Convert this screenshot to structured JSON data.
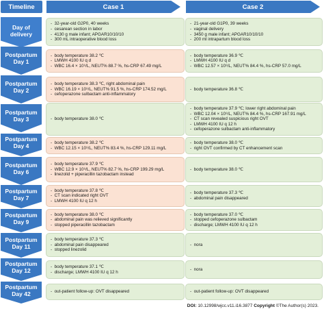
{
  "headers": {
    "timeline": "Timeline",
    "case1": "Case 1",
    "case2": "Case 2"
  },
  "rows": [
    {
      "label": [
        "Day of delivery"
      ],
      "case1": [
        "32-year-old G2P0, 40 weeks",
        "cesarean section in labor",
        "4130 g male infant; APGAR10/10/10",
        "300 mL intraoperative blood loss"
      ],
      "case2": [
        "21-year-old G1P0, 39 weeks",
        "vaginal delivery",
        "3450 g male infant; APGAR10/10/10",
        "200 ml intrapartum blood loss"
      ]
    },
    {
      "label": [
        "Postpartum",
        "Day 1"
      ],
      "case1": [
        "body temperature 38.2 ℃",
        "LMWH 4100 IU q d",
        "WBC 16.4 × 10⁹/L,  NEUT% 88.7 %,  hs-CRP 67.49 mg/L"
      ],
      "case2": [
        "body temperature 36.9 ℃",
        "LMWH 4100 IU q d",
        "WBC 12.57 × 10⁹/L,  NEUT% 84.4 %,  hs-CRP 57.0 mg/L"
      ]
    },
    {
      "label": [
        "Postpartum",
        "Day 2"
      ],
      "case1": [
        "body temperature 38.3 ℃,  right abdominal pain",
        "WBC 16.19 × 10⁹/L,  NEUT% 91.5 %,  hs-CRP 174.52 mg/L",
        "cefoperazone sulbactam anti-inflammatory"
      ],
      "case2": [
        "body temperature 36.8 ℃"
      ]
    },
    {
      "label": [
        "Postpartum",
        "Day 3"
      ],
      "case1": [
        "body temperature 38.0 ℃"
      ],
      "case2": [
        "body temperature 37.9 ℃; lower right abdominal pain",
        "WBC 12.04 × 10⁹/L,  NEUT% 84.4 %,  hs-CRP 167.91 mg/L",
        "CT scan revealed suspicious right OVT",
        "LMWH 4100 IU q 12 h",
        "cefoperazone sulbactam anti-inflammatory"
      ]
    },
    {
      "label": [
        "Postpartum",
        "Day 4"
      ],
      "case1": [
        "body temperature 38.2 ℃",
        "WBC 12.15 × 10⁹/L,  NEUT% 83.4 %,  hs-CRP 129.11 mg/L"
      ],
      "case2": [
        "body temperature 38.0 ℃",
        "right OVT confirmed by CT enhancement scan"
      ]
    },
    {
      "label": [
        "Postpartum",
        "Day 6"
      ],
      "case1": [
        "body temperature 37.9 ℃",
        "WBC 12.9 × 10⁹/L,  NEUT% 82.7 %,  hs-CRP 199.29 mg/L",
        "linezolid + piperacillin tazobactam instead"
      ],
      "case2": [
        "body temperature 38.0 ℃"
      ]
    },
    {
      "label": [
        "Postpartum",
        "Day 7"
      ],
      "case1": [
        "body temperature 37.8 ℃",
        "CT scan indicated right OVT",
        "LMWH 4100 IU q 12 h"
      ],
      "case2": [
        "body temperature 37.3 ℃",
        "abdominal pain disappeared"
      ]
    },
    {
      "label": [
        "Postpartum",
        "Day 9"
      ],
      "case1": [
        "body temperature 38.0 ℃",
        "abdominal pain was relieved significantly",
        "stopped piperacillin tazobactam"
      ],
      "case2": [
        "body temperature 37.0 ℃",
        "stopped cefoperazone sulbactam",
        "discharge; LMWH 4100 IU q 12 h"
      ]
    },
    {
      "label": [
        "Postpartum",
        "Day 11"
      ],
      "case1": [
        "body temperature 37.3 ℃",
        "abdominal pain disappeared",
        "stopped linezolid"
      ],
      "case2": [
        "nora"
      ]
    },
    {
      "label": [
        "Postpartum",
        "Day 12"
      ],
      "case1": [
        "body temperature 37.1 ℃",
        "discharge; LMWH 4100 IU q 12 h"
      ],
      "case2": [
        "nora"
      ]
    },
    {
      "label": [
        "Postpartum",
        "Day 42"
      ],
      "case1": [
        "out-patient follow-up: OVT disappeared"
      ],
      "case2": [
        "out-patient follow-up: OVT disappeared"
      ]
    }
  ],
  "credit": {
    "doi_label": "DOI:",
    "doi": "10.12998/wjcc.v11.i16.3877",
    "copyright_label": "Copyright",
    "copyright": "©The Author(s) 2023."
  },
  "colors": {
    "timeline_blue": "#3a78c2",
    "case1_box": "#fbe2d3",
    "case2_box": "#e3efd8"
  }
}
